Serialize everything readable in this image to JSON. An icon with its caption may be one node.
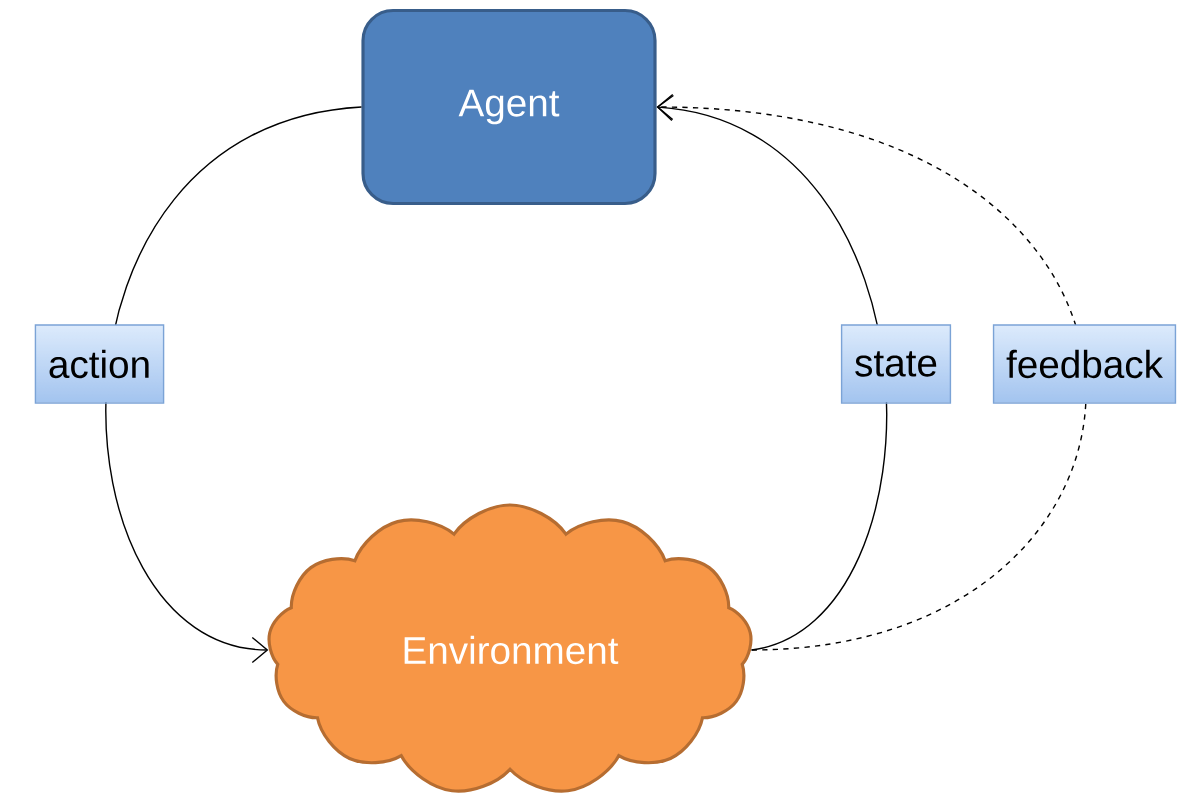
{
  "diagram": {
    "nodes": [
      {
        "text": [
          "Agent"
        ]
      },
      {
        "text": [
          "Environment"
        ]
      }
    ],
    "edges": [
      {
        "from": 0,
        "to": 1,
        "arrow": "to",
        "label": "action"
      },
      {
        "from": 1,
        "to": 0,
        "arrow": "to",
        "label": "state"
      },
      {
        "from": 1,
        "to": 0,
        "arrow": "to",
        "label": "feedback",
        "style": "dashed"
      }
    ]
  }
}
